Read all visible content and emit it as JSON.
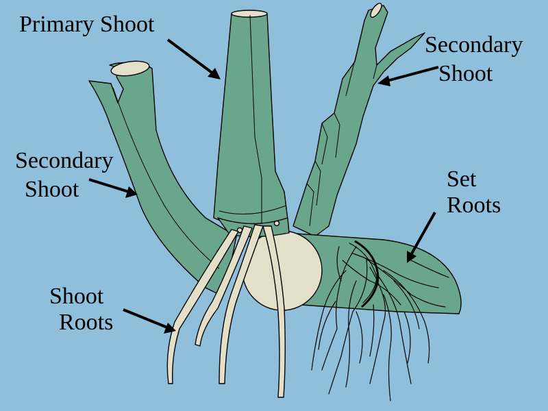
{
  "colors": {
    "background": "#8fbfdb",
    "shoot": "#6aa68c",
    "shoot_dark": "#5f9880",
    "root": "#e3dfc8",
    "outline": "#000000"
  },
  "labels": {
    "primary_shoot": [
      "Primary Shoot"
    ],
    "secondary_shoot_right": [
      "Secondary",
      "Shoot"
    ],
    "secondary_shoot_left": [
      "Secondary",
      "Shoot"
    ],
    "set_roots": [
      "Set",
      "Roots"
    ],
    "shoot_roots": [
      "Shoot",
      "Roots"
    ]
  }
}
